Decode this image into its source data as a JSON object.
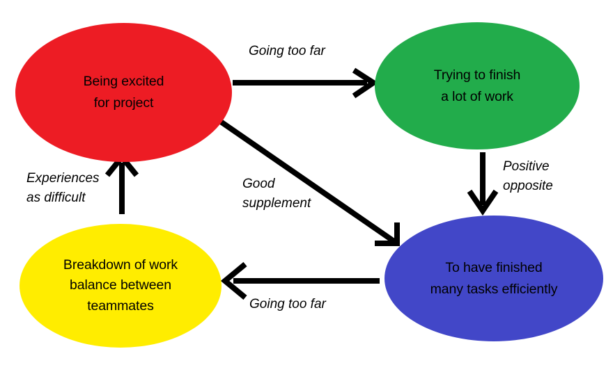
{
  "diagram": {
    "type": "cycle-diagram",
    "background_color": "#FFFFFF",
    "nodes": [
      {
        "id": "excited",
        "label": "Being excited\nfor project",
        "color": "#ED1C24",
        "color_name": "red",
        "shape": "ellipse"
      },
      {
        "id": "finish",
        "label": "Trying to finish\na lot of work",
        "color": "#22AC4B",
        "color_name": "green",
        "shape": "ellipse"
      },
      {
        "id": "breakdown",
        "label": "Breakdown of work\nbalance between\nteammates",
        "color": "#FFED00",
        "color_name": "yellow",
        "shape": "ellipse"
      },
      {
        "id": "efficient",
        "label": "To have finished\nmany tasks efficiently",
        "color": "#4247C8",
        "color_name": "blue",
        "shape": "ellipse"
      }
    ],
    "edges": [
      {
        "id": "excited-to-finish",
        "from": "excited",
        "to": "finish",
        "label": "Going too far",
        "direction": "right",
        "color": "#000000"
      },
      {
        "id": "finish-to-efficient",
        "from": "finish",
        "to": "efficient",
        "label": "Positive\nopposite",
        "direction": "down",
        "color": "#000000"
      },
      {
        "id": "excited-to-efficient",
        "from": "excited",
        "to": "efficient",
        "label": "Good\nsupplement",
        "direction": "diagonal-down-right",
        "color": "#000000"
      },
      {
        "id": "efficient-to-breakdown",
        "from": "efficient",
        "to": "breakdown",
        "label": "Going too far",
        "direction": "left",
        "color": "#000000"
      },
      {
        "id": "breakdown-to-excited",
        "from": "breakdown",
        "to": "excited",
        "label": "Experiences\nas difficult",
        "direction": "up",
        "color": "#000000"
      }
    ]
  }
}
